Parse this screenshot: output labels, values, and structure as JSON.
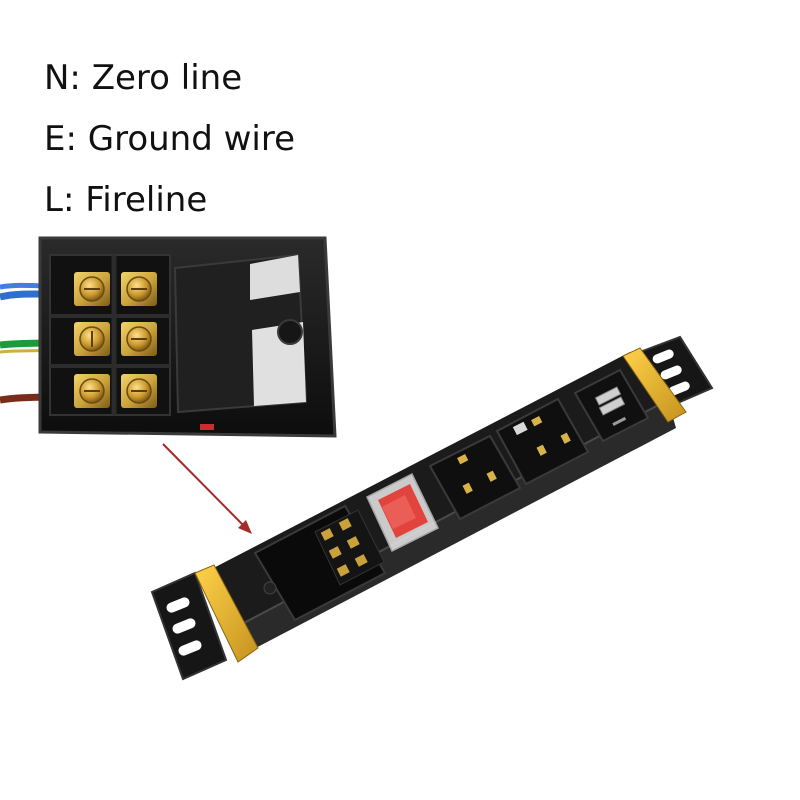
{
  "legend": [
    {
      "key": "N",
      "text": "N: Zero line"
    },
    {
      "key": "E",
      "text": "E: Ground wire"
    },
    {
      "key": "L",
      "text": "L: Fireline"
    }
  ],
  "colors": {
    "housing": "#151515",
    "terminal_brass": "#c9a23a",
    "end_cap": "#e3b33a",
    "arrow": "#a52a2a",
    "wire_blue": "#2e6fd0",
    "wire_green": "#1f9a3a",
    "wire_brown": "#7a2c1a",
    "switch_red": "#e0443c"
  },
  "parts": {
    "terminal_box": "terminal-box-closeup",
    "pdu": "rack-mount-power-strip",
    "outlets": 2,
    "usb_ports": 2
  }
}
